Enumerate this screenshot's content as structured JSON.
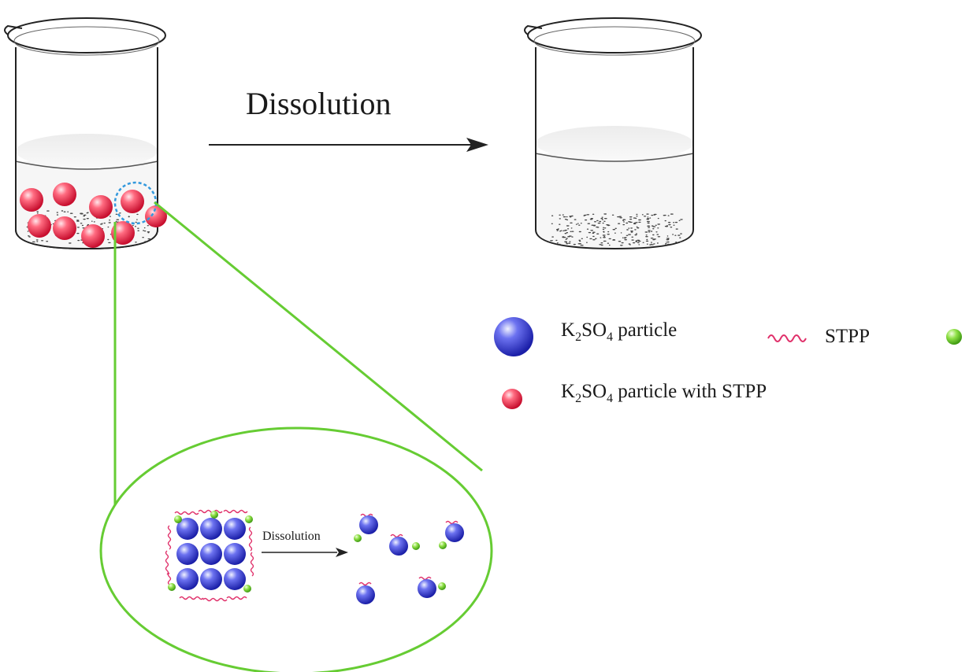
{
  "diagram": {
    "main_arrow_label": "Dissolution",
    "inset_arrow_label": "Dissolution",
    "legend": {
      "k2so4_particle": {
        "prefix": "K",
        "sub1": "2",
        "mid": "SO",
        "sub2": "4",
        "suffix": " particle",
        "icon": "blue-sphere-icon"
      },
      "stpp": {
        "label": "STPP",
        "icon": "pink-wave-icon"
      },
      "green_particle": {
        "label": "",
        "icon": "green-sphere-icon"
      },
      "coated_particle": {
        "prefix": "K",
        "sub1": "2",
        "mid": "SO",
        "sub2": "4",
        "suffix": " particle with STPP",
        "icon": "red-sphere-icon"
      }
    },
    "colors": {
      "k2so4_blue": "#3a3fd6",
      "coated_red": "#e8203a",
      "stpp_pink": "#e0306a",
      "green_particle": "#66cc22",
      "zoom_lines": "#66cc33",
      "zoom_circle": "#3399dd"
    }
  }
}
